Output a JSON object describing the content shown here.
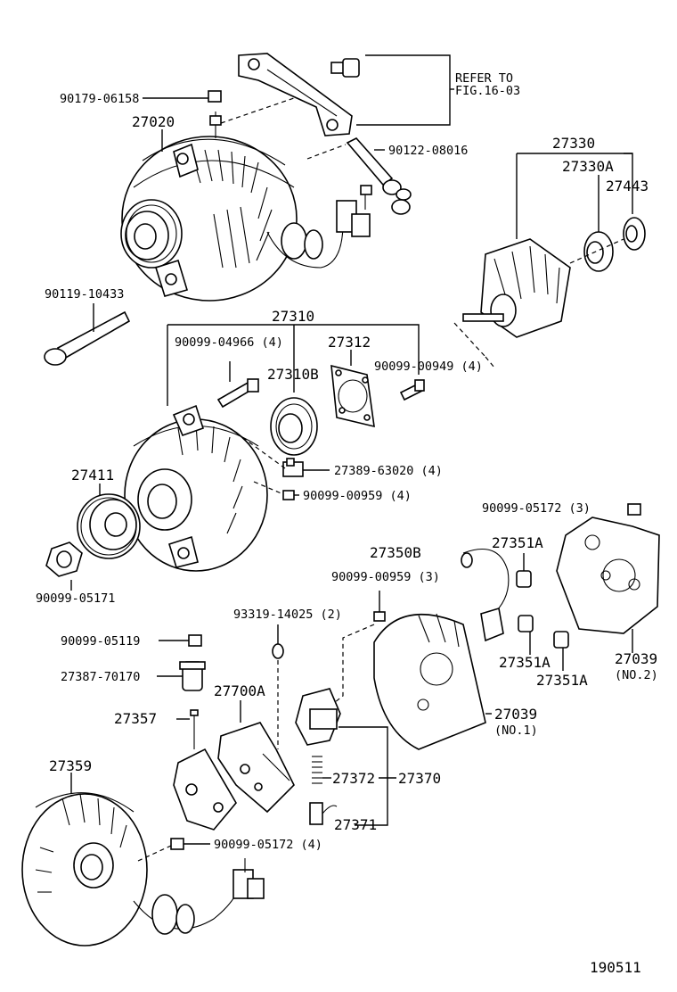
{
  "labels": {
    "refer_to_1": "REFER TO",
    "refer_to_2": "FIG.16-03",
    "p90179_06158": "90179-06158",
    "p27020": "27020",
    "p90122_08016": "90122-08016",
    "p27330": "27330",
    "p27330A": "27330A",
    "p27443": "27443",
    "p90119_10433": "90119-10433",
    "p27310": "27310",
    "p90099_04966": "90099-04966 (4)",
    "p27312": "27312",
    "p90099_00949": "90099-00949 (4)",
    "p27310B": "27310B",
    "p27411": "27411",
    "p27389_63020": "27389-63020 (4)",
    "p90099_00959_4": "90099-00959 (4)",
    "p90099_05172_3": "90099-05172 (3)",
    "p27350B": "27350B",
    "p27351A_top": "27351A",
    "p90099_05171": "90099-05171",
    "p90099_00959_3": "90099-00959 (3)",
    "p93319_14025": "93319-14025 (2)",
    "p90099_05119": "90099-05119",
    "p27387_70170": "27387-70170",
    "p27700A": "27700A",
    "p27351A_mid": "27351A",
    "p27351A_right": "27351A",
    "p27039_no2_a": "27039",
    "p27039_no2_b": "(NO.2)",
    "p27357": "27357",
    "p27039_no1_a": "27039",
    "p27039_no1_b": "(NO.1)",
    "p27359": "27359",
    "p27372": "27372",
    "p27370": "27370",
    "p27371": "27371",
    "p90099_05172_4": "90099-05172 (4)",
    "figure_number": "190511"
  }
}
